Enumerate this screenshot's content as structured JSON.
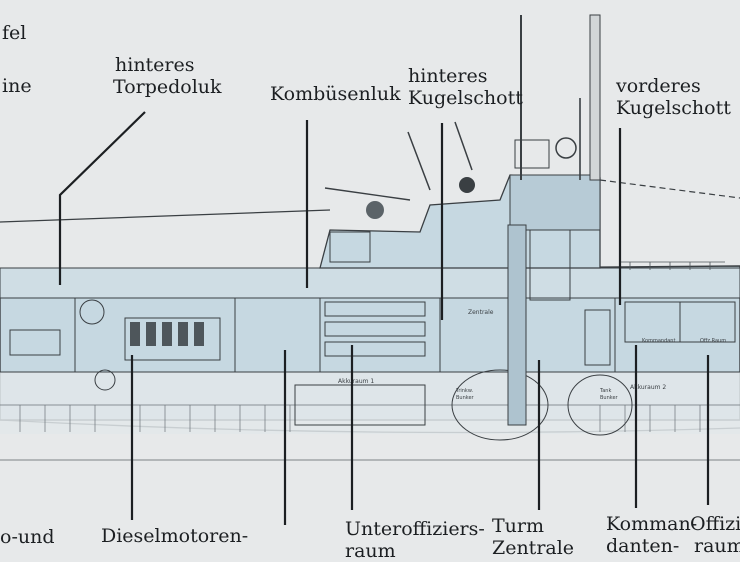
{
  "labels": {
    "top_left_1": "fel",
    "top_left_2": "ine",
    "hinteres_torpedoluk_1": "hinteres",
    "hinteres_torpedoluk_2": "Torpedoluk",
    "kombuesenluk": "Kombüsenluk",
    "hinteres_kugelschott_1": "hinteres",
    "hinteres_kugelschott_2": "Kugelschott",
    "vorderes_kugelschott_1": "vorderes",
    "vorderes_kugelschott_2": "Kugelschott",
    "bottom_left": "o-und",
    "dieselmotoren": "Dieselmotoren-",
    "unteroffiziers_1": "Unteroffiziers-",
    "unteroffiziers_2": "raum",
    "turm": "Turm",
    "zentrale": "Zentrale",
    "kommandanten_1": "Komman-",
    "kommandanten_2": "danten-",
    "offiziersraum_1": "Offizi",
    "offiziersraum_2": "raum"
  },
  "drawing_text": {
    "akkuraum_1": "Akkuraum 1",
    "akkuraum_2": "Akkuraum 2",
    "zentrale_small": "Zentrale",
    "kommandant_small": "Kommandant",
    "offz_small": "Offz.Raum",
    "trinkwasser_1": "Trinkw.",
    "trinkwasser_2": "Bunker",
    "tank_1": "Tank",
    "tank_2": "Bunker"
  },
  "colors": {
    "background": "#e7e9ea",
    "hull_fill": "#bfd2dc",
    "line": "#2a3034"
  }
}
